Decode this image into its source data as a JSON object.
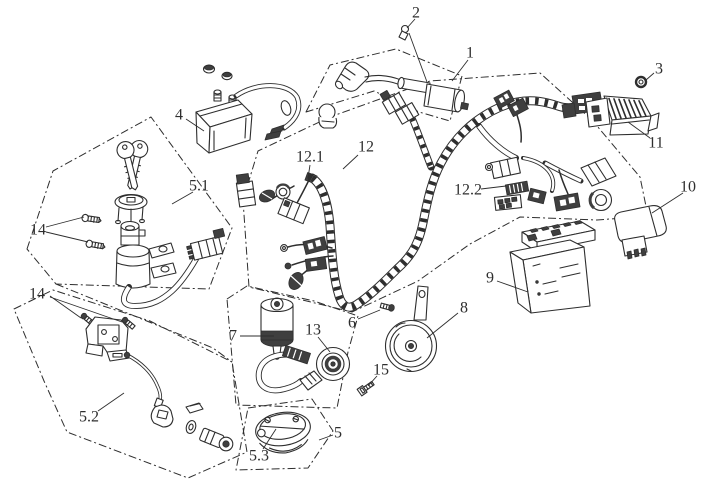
{
  "colors": {
    "background": "#ffffff",
    "line": "#2e2e2e",
    "dark": "#3f3f3f"
  },
  "callouts": [
    {
      "id": "callout-2",
      "text": "2"
    },
    {
      "id": "callout-1",
      "text": "1"
    },
    {
      "id": "callout-3",
      "text": "3"
    },
    {
      "id": "callout-4",
      "text": "4"
    },
    {
      "id": "callout-5-1",
      "text": "5.1"
    },
    {
      "id": "callout-14-upper",
      "text": "14"
    },
    {
      "id": "callout-12-1",
      "text": "12.1"
    },
    {
      "id": "callout-12",
      "text": "12"
    },
    {
      "id": "callout-12-2",
      "text": "12.2"
    },
    {
      "id": "callout-11",
      "text": "11"
    },
    {
      "id": "callout-10",
      "text": "10"
    },
    {
      "id": "callout-9",
      "text": "9"
    },
    {
      "id": "callout-14-lower",
      "text": "14"
    },
    {
      "id": "callout-7",
      "text": "7"
    },
    {
      "id": "callout-13",
      "text": "13"
    },
    {
      "id": "callout-6",
      "text": "6"
    },
    {
      "id": "callout-8",
      "text": "8"
    },
    {
      "id": "callout-15",
      "text": "15"
    },
    {
      "id": "callout-5-2",
      "text": "5.2"
    },
    {
      "id": "callout-5-3",
      "text": "5.3"
    },
    {
      "id": "callout-5",
      "text": "5"
    }
  ]
}
